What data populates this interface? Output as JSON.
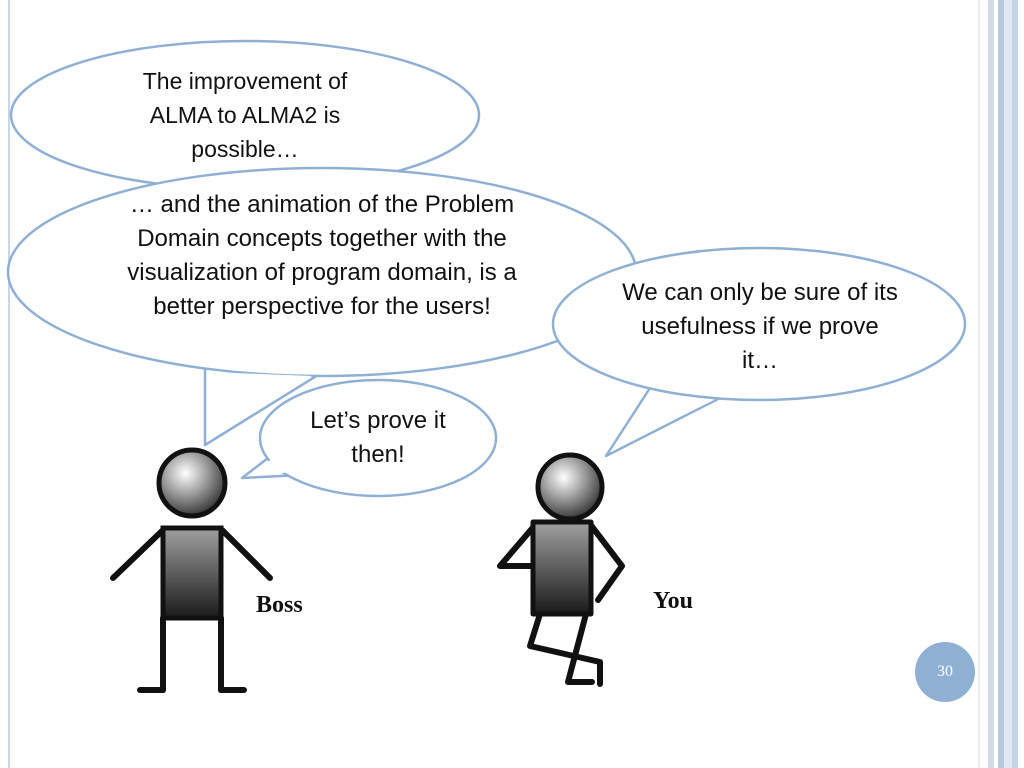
{
  "bubbles": {
    "b1": "The improvement of ALMA to ALMA2 is possible…",
    "b2": "… and the animation of the Problem Domain concepts together with the visualization of program domain, is a better perspective for the users!",
    "b3": "We can only be sure of its usefulness if we prove it…",
    "b4": "Let’s prove it then!"
  },
  "labels": {
    "boss": "Boss",
    "you": "You"
  },
  "page_number": "30",
  "colors": {
    "bubble_stroke": "#8fb0d3",
    "page_badge": "#8fb0d3"
  }
}
